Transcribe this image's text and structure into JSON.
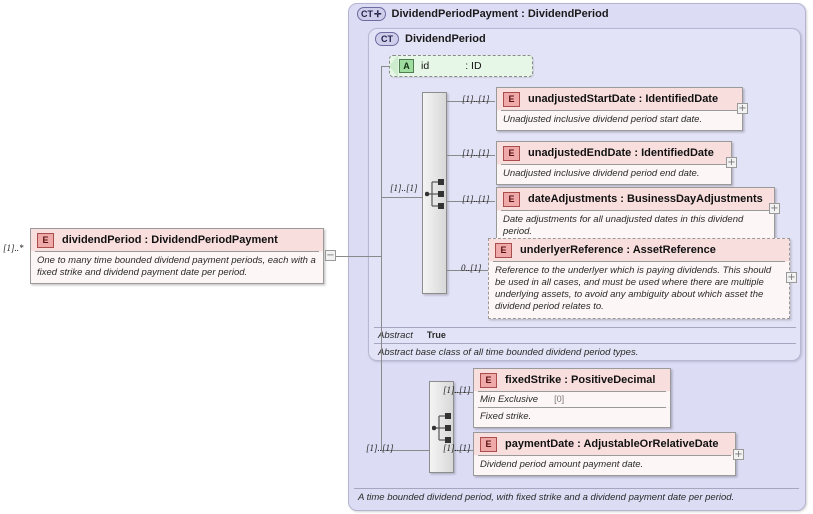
{
  "diagram": {
    "type": "xsd-schema-diagram",
    "root_element": {
      "badge": "E",
      "name": "dividendPeriod",
      "separator": " : ",
      "type": "DividendPeriodPayment",
      "occurrence": "[1]..*",
      "annotation": "One to many time bounded dividend payment periods, each with a fixed strike and dividend payment date per period.",
      "toggle": "−"
    },
    "outer_complex_type": {
      "badge": "CT",
      "badge_plus": "✛",
      "title": "DividendPeriodPayment : DividendPeriod",
      "footer_annotation": "A time bounded dividend period, with fixed strike and a dividend payment date per period."
    },
    "inner_complex_type": {
      "badge": "CT",
      "title": "DividendPeriod",
      "abstract_label": "Abstract",
      "abstract_value": "True",
      "annotation": "Abstract base class of all time bounded dividend period types."
    },
    "attribute": {
      "badge": "A",
      "name": "id",
      "type": ": ID"
    },
    "inherited_sequence": {
      "compositor": "sequence",
      "elements": [
        {
          "badge": "E",
          "name": "unadjustedStartDate",
          "separator": " : ",
          "type": "IdentifiedDate",
          "occurrence": "[1]..[1]",
          "annotation": "Unadjusted inclusive dividend period start date.",
          "toggle": "+",
          "dashed": false
        },
        {
          "badge": "E",
          "name": "unadjustedEndDate",
          "separator": " : ",
          "type": "IdentifiedDate",
          "occurrence": "[1]..[1]",
          "annotation": "Unadjusted inclusive dividend period end date.",
          "toggle": "+",
          "dashed": false
        },
        {
          "badge": "E",
          "name": "dateAdjustments",
          "separator": " : ",
          "type": "BusinessDayAdjustments",
          "occurrence": "[1]..[1]",
          "annotation": "Date adjustments for all unadjusted dates in this dividend period.",
          "toggle": "+",
          "dashed": false
        },
        {
          "badge": "E",
          "name": "underlyerReference",
          "separator": " : ",
          "type": "AssetReference",
          "occurrence": "0..[1]",
          "annotation": "Reference to the underlyer which is paying dividends. This should be used in all cases, and must be used where there are multiple underlying assets, to avoid any ambiguity about which asset the dividend period relates to.",
          "toggle": "+",
          "dashed": true
        }
      ]
    },
    "own_sequence": {
      "compositor": "sequence",
      "occurrence": "[1]..[1]",
      "elements": [
        {
          "badge": "E",
          "name": "fixedStrike",
          "separator": " : ",
          "type": "PositiveDecimal",
          "occurrence": "[1]..[1]",
          "facet_label": "Min Exclusive",
          "facet_value": "[0]",
          "annotation": "Fixed strike.",
          "toggle": null,
          "dashed": false
        },
        {
          "badge": "E",
          "name": "paymentDate",
          "separator": " : ",
          "type": "AdjustableOrRelativeDate",
          "occurrence": "[1]..[1]",
          "annotation": "Dividend period amount payment date.",
          "toggle": "+",
          "dashed": false
        }
      ]
    },
    "inherited_group_occurrence": "[1]..[1]",
    "colors": {
      "outer_container_fill": "#dcdcf5",
      "inner_container_fill": "#e3e3f7",
      "element_header_fill": "#f9dede",
      "element_body_fill": "#fdf6f6",
      "element_badge_fill": "#f0a9a9",
      "attribute_fill": "#e7f7e7",
      "attribute_badge_fill": "#9fdc9f",
      "ct_badge_fill": "#cfcfeb",
      "line_color": "#8a8a8a",
      "page_background": "#ffffff"
    }
  }
}
